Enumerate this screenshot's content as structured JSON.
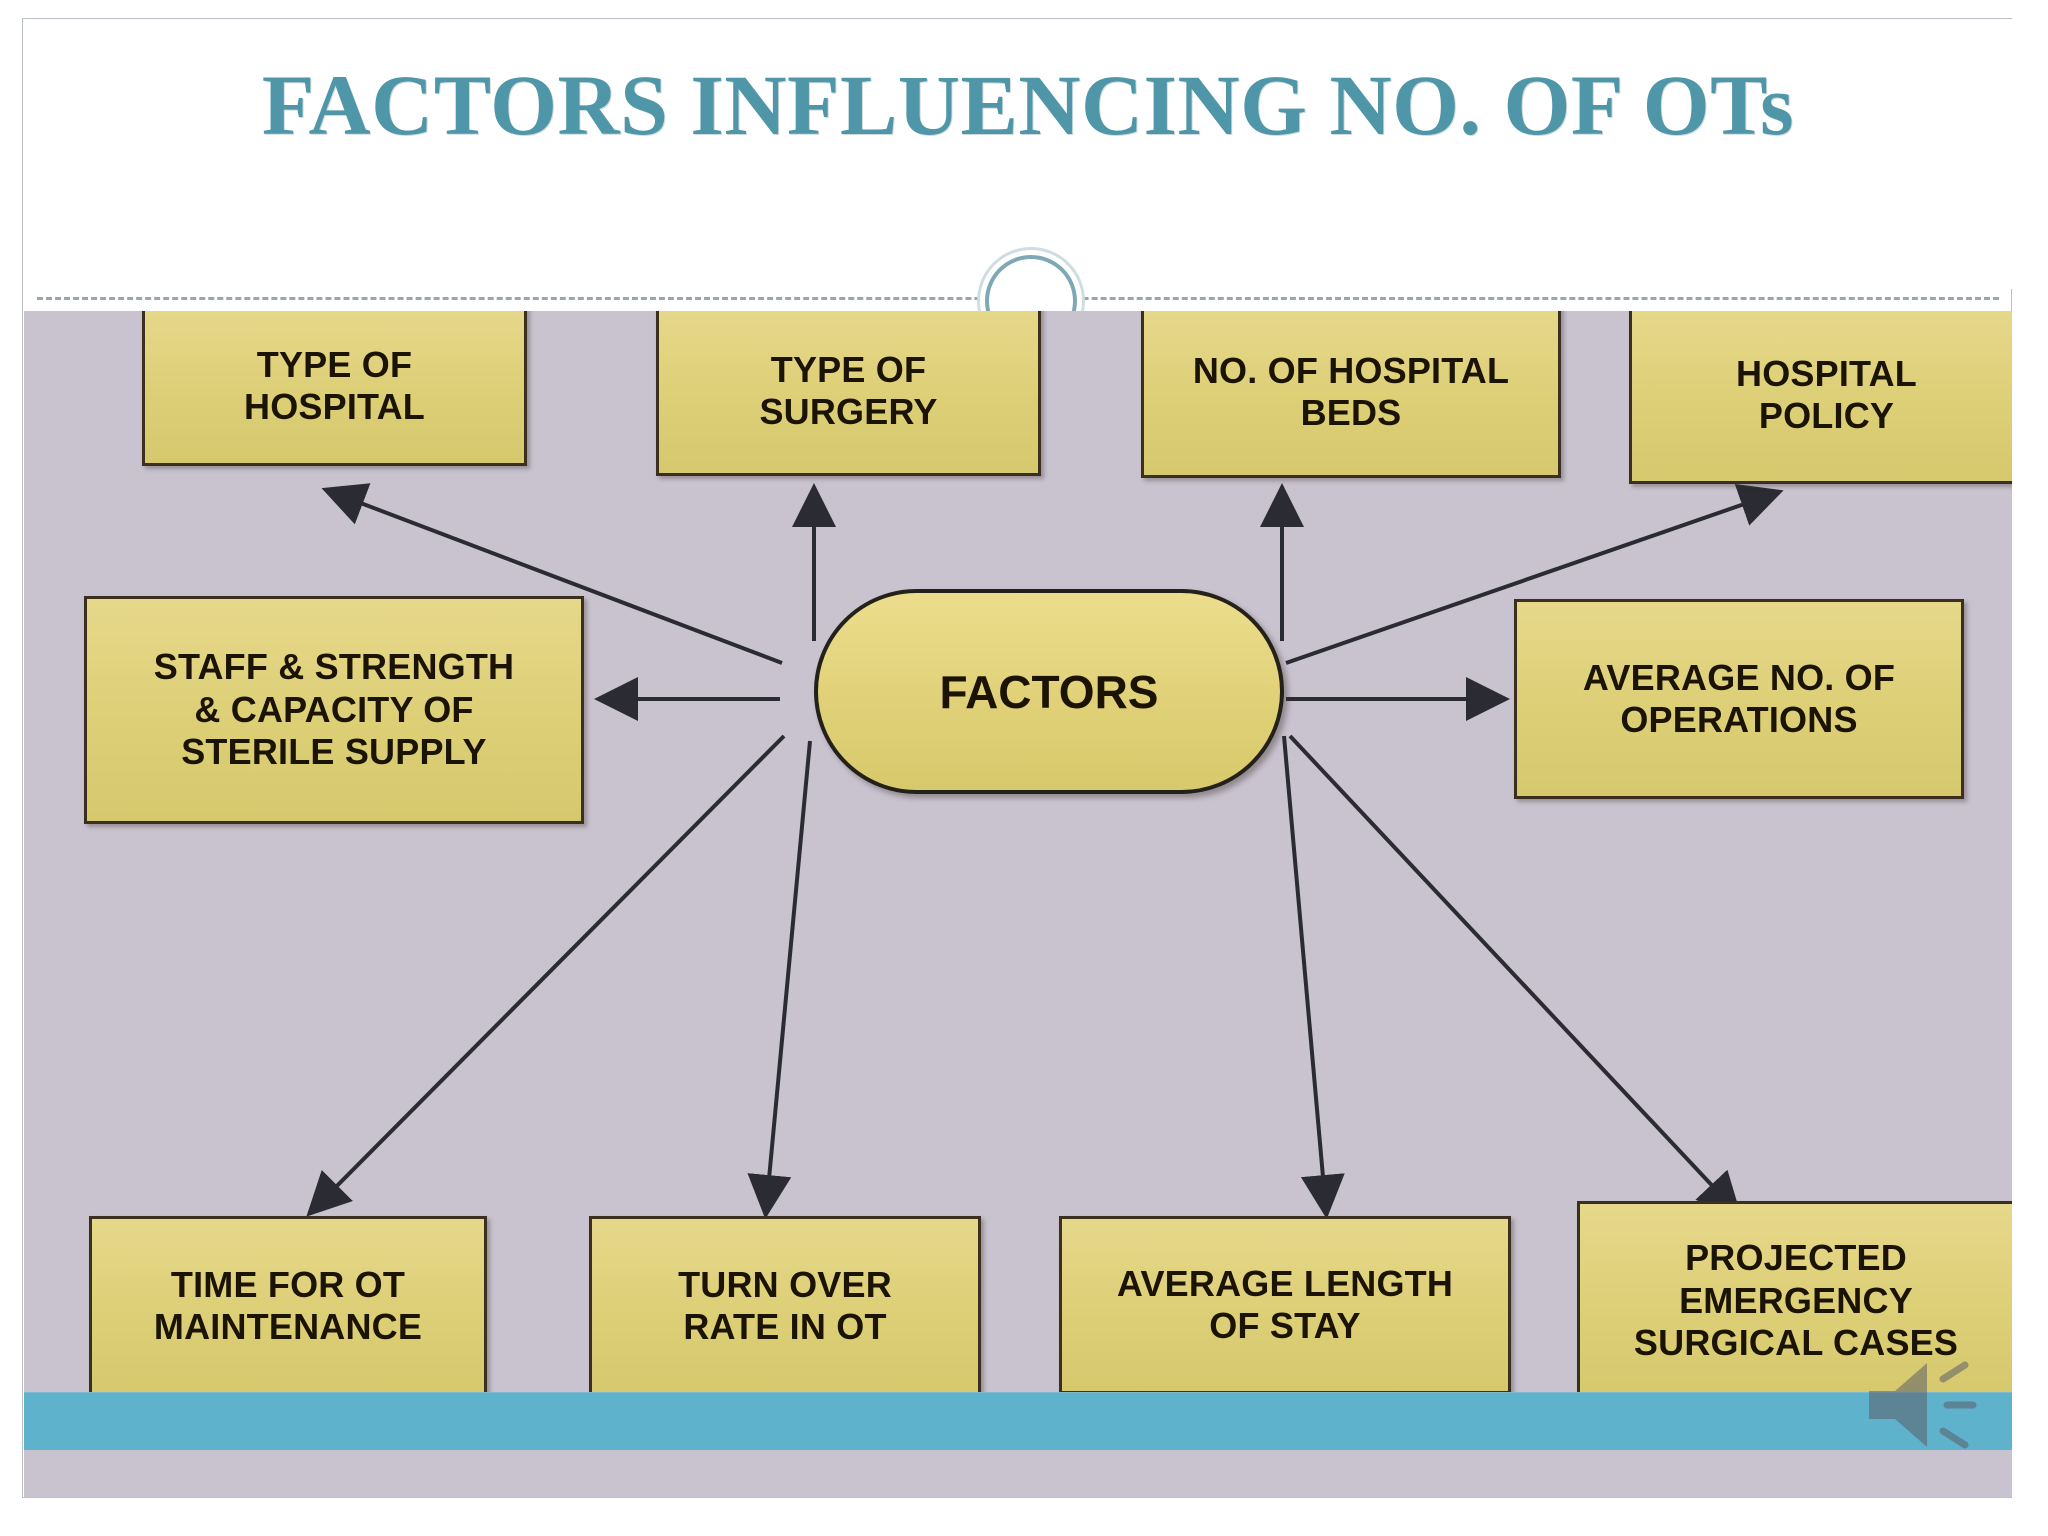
{
  "slide": {
    "title": "FACTORS INFLUENCING NO. OF OTs",
    "center_node": "FACTORS",
    "accent_title_color": "#4e96a8",
    "box_fill_color": "#ded17c",
    "box_border_color": "#3b3020",
    "canvas_background_color": "#c9c3d0",
    "footer_bar_color": "#5fb2cc",
    "divider_style": "dashed",
    "divider_circle": "circle-ornament"
  },
  "nodes": [
    {
      "id": "type-of-hospital",
      "label": "TYPE OF\nHOSPITAL"
    },
    {
      "id": "type-of-surgery",
      "label": "TYPE OF\nSURGERY"
    },
    {
      "id": "no-of-hospital-beds",
      "label": "NO. OF HOSPITAL\nBEDS"
    },
    {
      "id": "hospital-policy",
      "label": "HOSPITAL\nPOLICY"
    },
    {
      "id": "staff-strength",
      "label": "STAFF & STRENGTH\n& CAPACITY OF\nSTERILE SUPPLY"
    },
    {
      "id": "average-no-of-operations",
      "label": "AVERAGE NO. OF\nOPERATIONS"
    },
    {
      "id": "time-for-ot-maintenance",
      "label": "TIME FOR OT\nMAINTENANCE"
    },
    {
      "id": "turn-over-rate-in-ot",
      "label": "TURN OVER\nRATE IN OT"
    },
    {
      "id": "average-length-of-stay",
      "label": "AVERAGE LENGTH\nOF STAY"
    },
    {
      "id": "projected-emergency-surgical-cases",
      "label": "PROJECTED\nEMERGENCY\nSURGICAL CASES"
    }
  ],
  "media": {
    "speaker_icon": "speaker-icon"
  }
}
